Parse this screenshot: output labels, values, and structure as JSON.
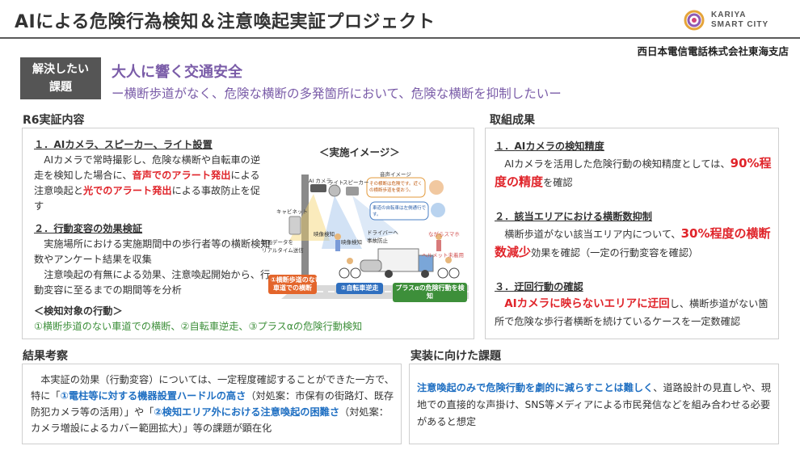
{
  "header": {
    "title": "AIによる危険行為検知＆注意喚起実証プロジェクト",
    "logo_line1": "KARIYA",
    "logo_line2": "SMART CITY",
    "company": "西日本電信電話株式会社東海支店"
  },
  "issue": {
    "badge_line1": "解決したい",
    "badge_line2": "課題",
    "title": "大人に響く交通安全",
    "subtitle": "ー横断歩道がなく、危険な横断の多発箇所において、危険な横断を抑制したいー"
  },
  "r6": {
    "heading": "R6実証内容",
    "item1_title": "１．AIカメラ、スピーカー、ライト設置",
    "item1_a": "AIカメラで常時撮影し、危険な横断や自転車の逆走を検知した場合に、",
    "item1_b": "音声でのアラート発出",
    "item1_c": "による注意喚起と",
    "item1_d": "光でのアラート発出",
    "item1_e": "による事故防止を促す",
    "item2_title": "２．行動変容の効果検証",
    "item2_a": "実施場所における実施期間中の歩行者等の横断検知数やアンケート結果を収集",
    "item2_b": "注意喚起の有無による効果、注意喚起開始から、行動変容に至るまでの期間等を分析",
    "target_title": "＜検知対象の行動＞",
    "target_list": "①横断歩道のない車道での横断、②自転車逆走、③プラスαの危険行動検知",
    "illus_title": "＜実施イメージ＞",
    "illus": {
      "ai_camera": "AI\nカメラ",
      "light": "ライト",
      "speaker": "スピーカー",
      "voice_image": "音声イメージ",
      "voice_1": "その横断は危険です。近くの横断歩道を使おう。",
      "voice_2": "車道の自転車は左側通行です。",
      "cabinet": "キャビネット",
      "video_data": "動画データを\nリアルタイム送信",
      "detect_a": "映像検知",
      "detect_b": "映像検知",
      "driver": "ドライバーへ\n事故防止",
      "smartphone": "ながらスマホ",
      "helmet": "ヘルメット未着用",
      "tag1": "①横断歩道のない\n車道での横断",
      "tag2": "②自転車逆走",
      "tag3": "プラスαの危険行動を検知"
    }
  },
  "results": {
    "heading": "取組成果",
    "r1_title": "１．AIカメラの検知精度",
    "r1_a": "AIカメラを活用した危険行動の検知精度としては、",
    "r1_b": "90%程度の精度",
    "r1_c": "を確認",
    "r2_title": "２．該当エリアにおける横断数抑制",
    "r2_a": "横断歩道がない該当エリア内について、",
    "r2_b": "30%程度の横断数減少",
    "r2_c": "効果を確認（一定の行動変容を確認）",
    "r3_title": "３．迂回行動の確認",
    "r3_b": "AIカメラに映らないエリアに迂回",
    "r3_c": "し、横断歩道がない箇所で危険な歩行者横断を続けているケースを一定数確認"
  },
  "consideration": {
    "heading": "結果考察",
    "a": "本実証の効果（行動変容）については、一定程度確認することができた一方で、特に「",
    "b": "①電柱等に対する機器設置ハードルの高さ",
    "c": "（対処案：市保有の街路灯、既存防犯カメラ等の活用）」や「",
    "d": "②検知エリア外における注意喚起の困難さ",
    "e": "（対処案：カメラ増設によるカバー範囲拡大）」等の課題が顕在化"
  },
  "challenges": {
    "heading": "実装に向けた課題",
    "a": "注意喚起のみで危険行動を劇的に減らすことは難しく",
    "b": "、道路設計の見直しや、現地での直接的な声掛け、SNS等メディアによる市民発信などを組み合わせる必要があると想定"
  },
  "colors": {
    "accent_purple": "#7a5ca8",
    "alert_red": "#e0242a",
    "highlight_blue": "#1f6fc2",
    "target_green": "#3d8f3a"
  }
}
